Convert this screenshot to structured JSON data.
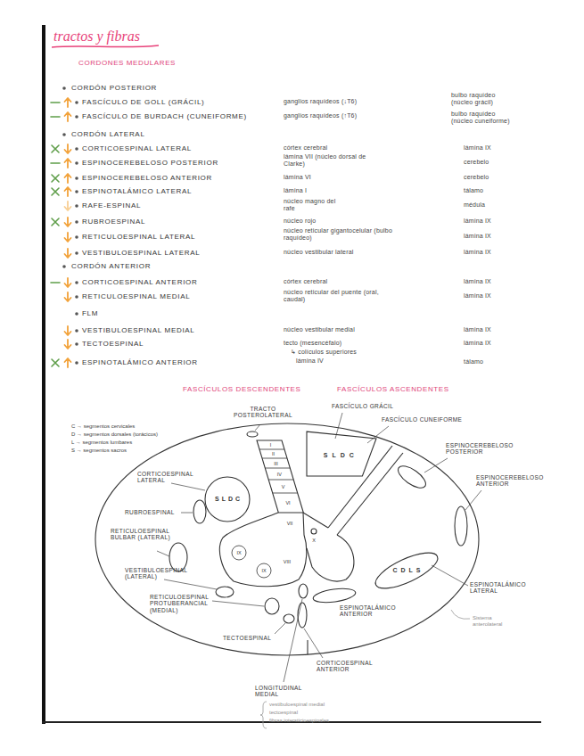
{
  "diagram": {
    "title": "tractos y fibras",
    "nodes": [
      {
        "text": [
          "S",
          "L",
          "D",
          "C"
        ]
      },
      {
        "text": [
          "S",
          "L",
          "D",
          "C"
        ]
      },
      {
        "text": [
          "C",
          "D",
          "L",
          "S"
        ]
      }
    ],
    "labels": [
      "CORDONES MEDULARES",
      "CORDÓN POSTERIOR",
      "FASCÍCULO DE GOLL (GRÁCIL)",
      "ganglios raquídeos (↓T6)",
      "bulbo raquídeo (núcleo grácil)",
      "FASCÍCULO DE BURDACH (CUNEIFORME)",
      "ganglios raquídeos (↑T6)",
      "bulbo raquídeo (núcleo cuneiforme)",
      "CORDÓN LATERAL",
      "CORTICOESPINAL LATERAL",
      "córtex cerebral",
      "lámina IX",
      "ESPINOCEREBELOSO POSTERIOR",
      "lámina VII (núcleo dorsal de Clarke)",
      "cerebelo",
      "ESPINOCEREBELOSO ANTERIOR",
      "lámina VI",
      "cerebelo",
      "ESPINOTALÁMICO LATERAL",
      "lámina I",
      "tálamo",
      "RAFE-ESPINAL",
      "núcleo magno del rafe",
      "médula",
      "RUBROESPINAL",
      "núcleo rojo",
      "lámina IX",
      "RETICULOESPINAL LATERAL",
      "núcleo reticular gigantocelular (bulbo raquídeo)",
      "lámina IX",
      "VESTIBULOESPINAL LATERAL",
      "núcleo vestibular lateral",
      "lámina IX",
      "CORDÓN ANTERIOR",
      "CORTICOESPINAL ANTERIOR",
      "córtex cerebral",
      "lámina IX",
      "RETICULOESPINAL MEDIAL",
      "núcleo reticular del puente (oral, caudal)",
      "lámina IX",
      "FLM",
      "VESTIBULOESPINAL MEDIAL",
      "núcleo vestibular medial",
      "lámina IX",
      "TECTOESPINAL",
      "tecto (mesencéfalo)",
      "↳ colículos superiores",
      "lámina IX",
      "ESPINOTALÁMICO ANTERIOR",
      "lámina IV",
      "tálamo",
      "FASCÍCULOS DESCENDENTES",
      "FASCÍCULOS ASCENDENTES",
      "C → segmentos cervicales",
      "D → segmentos dorsales (torácicos)",
      "L → segmentos lumbares",
      "S → segmentos sacros",
      "TRACTO POSTEROLATERAL",
      "FASCÍCULO GRÁCIL",
      "FASCÍCULO CUNEIFORME",
      "CORTICOESPINAL LATERAL",
      "RUBROESPINAL",
      "ESPINOCEREBELOSO POSTERIOR",
      "ESPINOCEREBELOSO ANTERIOR",
      "RETICULOESPINAL BULBAR (LATERAL)",
      "VESTIBULOESPINAL (LATERAL)",
      "RETICULOESPINAL PROTUBERANCIAL (MEDIAL)",
      "TECTOESPINAL",
      "CORTICOESPINAL ANTERIOR",
      "ESPINOTALÁMICO LATERAL",
      "ESPINOTALÁMICO ANTERIOR",
      "Sistema anterolateral",
      "LONGITUDINAL MEDIAL",
      "vestibuloespinal medial",
      "tectoespinal",
      "fibras intersticioespinales",
      "I",
      "II",
      "III",
      "IV",
      "V",
      "VI",
      "VII",
      "VIII",
      "IX",
      "IX",
      "X"
    ]
  }
}
